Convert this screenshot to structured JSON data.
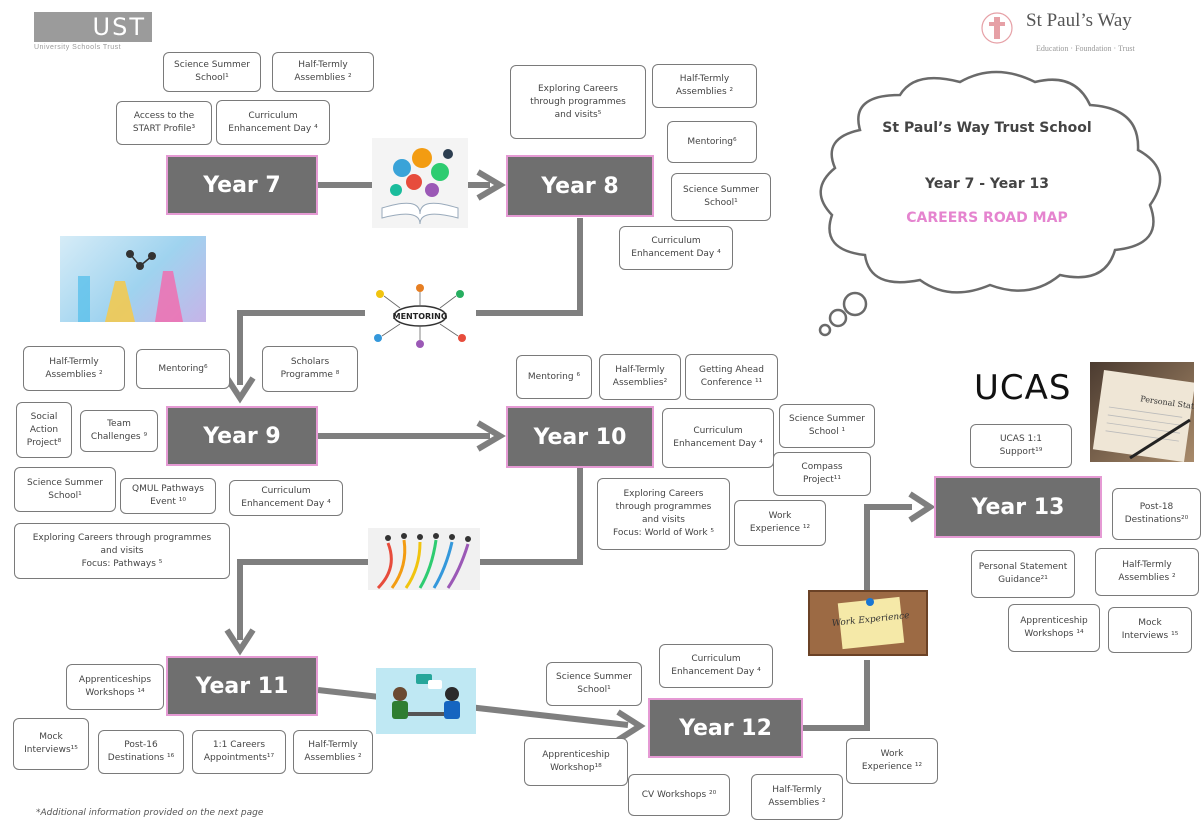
{
  "logos": {
    "ust": {
      "mark": "UST",
      "subtitle": "University Schools Trust"
    },
    "spw": {
      "name": "St Paul’s Way",
      "subtitle": "Education · Foundation · Trust"
    }
  },
  "cloud": {
    "title": "St Paul’s Way Trust School",
    "subtitle": "Year 7 - Year 13",
    "roadmap": "CAREERS ROAD MAP"
  },
  "ucas_logo": "UCAS",
  "years": {
    "y7": "Year 7",
    "y8": "Year 8",
    "y9": "Year 9",
    "y10": "Year 10",
    "y11": "Year 11",
    "y12": "Year 12",
    "y13": "Year 13"
  },
  "activities": {
    "y7": [
      "Science Summer\nSchool¹",
      "Half-Termly\nAssemblies ²",
      "Access to the\nSTART Profile³",
      "Curriculum\nEnhancement Day ⁴"
    ],
    "y8": [
      "Exploring Careers\nthrough programmes\nand visits⁵",
      "Half-Termly\nAssemblies ²",
      "Mentoring⁶",
      "Science Summer\nSchool¹",
      "Curriculum\nEnhancement Day ⁴"
    ],
    "y9": [
      "Half-Termly\nAssemblies ²",
      "Mentoring⁶",
      "Scholars\nProgramme ⁸",
      "Social\nAction\nProject⁸",
      "Team\nChallenges ⁹",
      "Science Summer\nSchool¹",
      "QMUL Pathways\nEvent ¹⁰",
      "Curriculum\nEnhancement Day ⁴",
      "Exploring Careers through programmes\nand visits\nFocus: Pathways ⁵"
    ],
    "y10": [
      "Mentoring ⁶",
      "Half-Termly\nAssemblies²",
      "Getting Ahead\nConference ¹¹",
      "Curriculum\nEnhancement Day ⁴",
      "Science Summer\nSchool ¹",
      "Compass\nProject¹¹",
      "Exploring Careers\nthrough programmes\nand visits\nFocus: World of Work ⁵",
      "Work\nExperience ¹²"
    ],
    "y11": [
      "Apprenticeships\nWorkshops ¹⁴",
      "Mock\nInterviews¹⁵",
      "Post-16\nDestinations ¹⁶",
      "1:1 Careers\nAppointments¹⁷",
      "Half-Termly\nAssemblies ²"
    ],
    "y12": [
      "Science Summer\nSchool¹",
      "Curriculum\nEnhancement Day ⁴",
      "Apprenticeship\nWorkshop¹⁸",
      "CV Workshops ²⁰",
      "Half-Termly\nAssemblies ²",
      "Work\nExperience ¹²"
    ],
    "y13": [
      "UCAS 1:1\nSupport¹⁹",
      "Post-18\nDestinations²⁰",
      "Personal Statement\nGuidance²¹",
      "Half-Termly\nAssemblies ²",
      "Apprenticeship\nWorkshops ¹⁴",
      "Mock\nInterviews ¹⁵"
    ]
  },
  "images": {
    "mentoring_label": "MENTORING",
    "personal_statement_label": "Personal Statement",
    "work_experience_label": "Work Experience"
  },
  "footnote": "*Additional information provided on the next page",
  "colors": {
    "year_fill": "#6f6f6f",
    "year_border": "#e59ad4",
    "connector": "#7f7f7f",
    "roadmap_pink": "#e584cf"
  }
}
